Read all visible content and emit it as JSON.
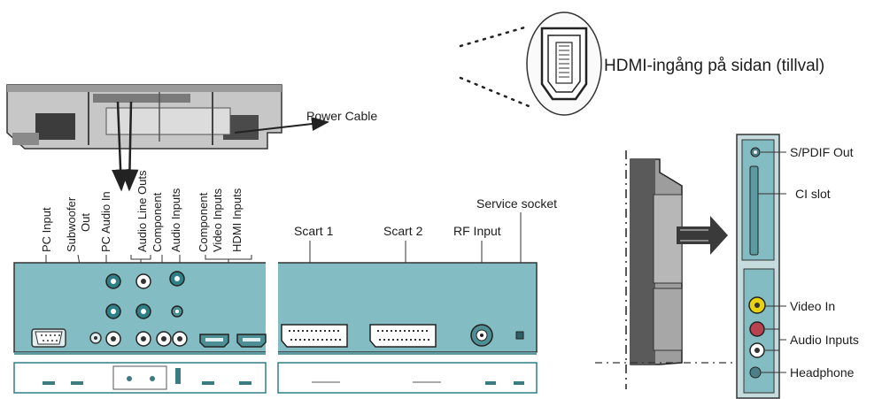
{
  "hdmi_side": {
    "label": "HDMI-ingång på sidan (tillval)"
  },
  "power": {
    "label": "Power Cable"
  },
  "back_panel": {
    "labels": {
      "pc_input": "PC Input",
      "subwoofer_1": "Subwoofer",
      "subwoofer_2": "Out",
      "pc_audio_in": "PC Audio In",
      "audio_line_outs": "Audio Line Outs",
      "component_audio_1": "Component",
      "component_audio_2": "Audio Inputs",
      "component_video_1": "Component",
      "component_video_2": "Video Inputs",
      "hdmi_inputs": "HDMI Inputs",
      "service_socket": "Service socket",
      "scart1": "Scart 1",
      "scart2": "Scart 2",
      "rf_input": "RF Input"
    }
  },
  "side_panel": {
    "labels": {
      "spdif": "S/PDIF Out",
      "ci_slot": "CI slot",
      "video_in": "Video In",
      "audio_inputs": "Audio Inputs",
      "headphone": "Headphone"
    }
  },
  "colors": {
    "panel": "#84bcc3",
    "panel_dark": "#5e9aa2",
    "jack_teal": "#2f7f86",
    "video_yellow": "#e9d20d",
    "audio_red": "#b8424d",
    "line": "#222222"
  }
}
